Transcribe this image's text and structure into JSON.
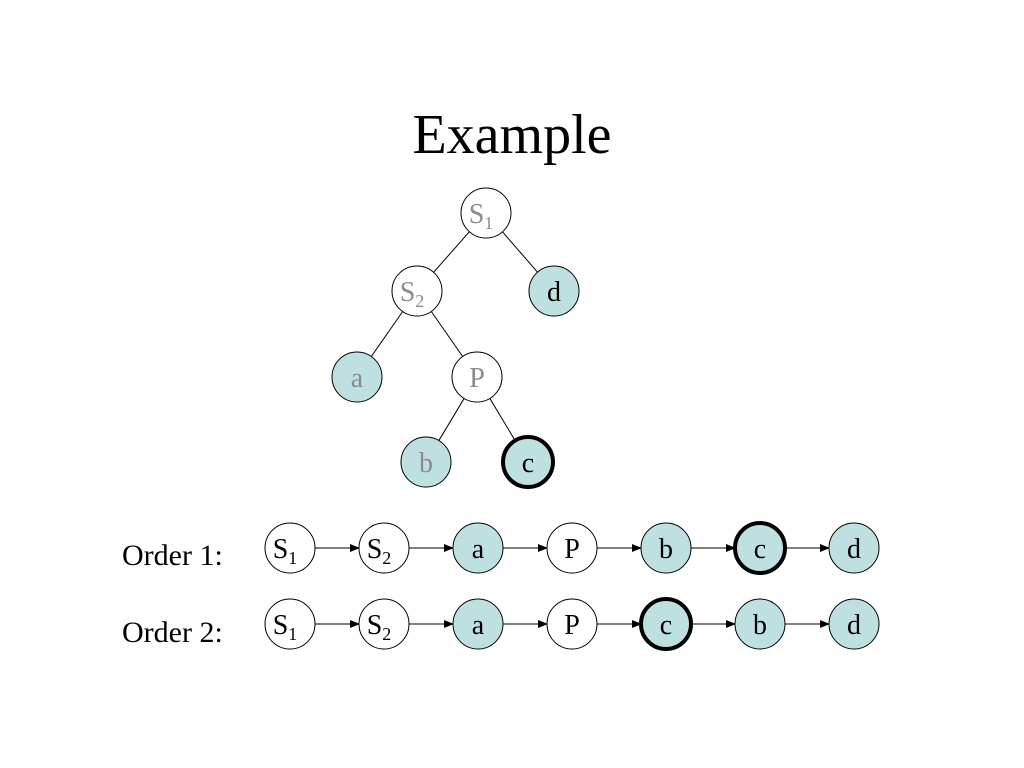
{
  "title": "Example",
  "colors": {
    "leaf_fill": "#bfe0e0",
    "internal_fill": "#ffffff",
    "muted_text": "#8c8c8c",
    "text": "#000000",
    "stroke": "#000000"
  },
  "tree": {
    "nodes": [
      {
        "id": "S1",
        "text": "S",
        "sub": "1",
        "leaf": false,
        "muted": true,
        "bold": false
      },
      {
        "id": "d",
        "text": "d",
        "sub": "",
        "leaf": true,
        "muted": false,
        "bold": false
      },
      {
        "id": "S2",
        "text": "S",
        "sub": "2",
        "leaf": false,
        "muted": true,
        "bold": false
      },
      {
        "id": "a",
        "text": "a",
        "sub": "",
        "leaf": true,
        "muted": true,
        "bold": false
      },
      {
        "id": "P",
        "text": "P",
        "sub": "",
        "leaf": false,
        "muted": true,
        "bold": false
      },
      {
        "id": "b",
        "text": "b",
        "sub": "",
        "leaf": true,
        "muted": true,
        "bold": false
      },
      {
        "id": "c",
        "text": "c",
        "sub": "",
        "leaf": true,
        "muted": false,
        "bold": true
      }
    ],
    "edges": [
      [
        "S1",
        "S2"
      ],
      [
        "S1",
        "d"
      ],
      [
        "S2",
        "a"
      ],
      [
        "S2",
        "P"
      ],
      [
        "P",
        "b"
      ],
      [
        "P",
        "c"
      ]
    ]
  },
  "orders": [
    {
      "label": "Order 1:",
      "sequence": [
        {
          "text": "S",
          "sub": "1",
          "leaf": false,
          "bold": false
        },
        {
          "text": "S",
          "sub": "2",
          "leaf": false,
          "bold": false
        },
        {
          "text": "a",
          "sub": "",
          "leaf": true,
          "bold": false
        },
        {
          "text": "P",
          "sub": "",
          "leaf": false,
          "bold": false
        },
        {
          "text": "b",
          "sub": "",
          "leaf": true,
          "bold": false
        },
        {
          "text": "c",
          "sub": "",
          "leaf": true,
          "bold": true
        },
        {
          "text": "d",
          "sub": "",
          "leaf": true,
          "bold": false
        }
      ]
    },
    {
      "label": "Order 2:",
      "sequence": [
        {
          "text": "S",
          "sub": "1",
          "leaf": false,
          "bold": false
        },
        {
          "text": "S",
          "sub": "2",
          "leaf": false,
          "bold": false
        },
        {
          "text": "a",
          "sub": "",
          "leaf": true,
          "bold": false
        },
        {
          "text": "P",
          "sub": "",
          "leaf": false,
          "bold": false
        },
        {
          "text": "c",
          "sub": "",
          "leaf": true,
          "bold": true
        },
        {
          "text": "b",
          "sub": "",
          "leaf": true,
          "bold": false
        },
        {
          "text": "d",
          "sub": "",
          "leaf": true,
          "bold": false
        }
      ]
    }
  ]
}
